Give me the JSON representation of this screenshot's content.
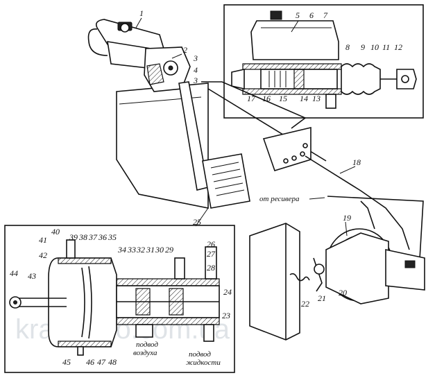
{
  "watermark": "kraz-auto.com.ua",
  "captions": {
    "from_receiver": "от ресивера",
    "air_supply_1": "подвод",
    "air_supply_2": "воздуха",
    "fluid_supply_1": "подвод",
    "fluid_supply_2": "жидкости"
  },
  "callouts": {
    "n1": "1",
    "n2": "2",
    "n3a": "3",
    "n3b": "3",
    "n4": "4",
    "n5": "5",
    "n6": "6",
    "n7": "7",
    "n8": "8",
    "n9": "9",
    "n10": "10",
    "n11": "11",
    "n12": "12",
    "n13": "13",
    "n14": "14",
    "n15": "15",
    "n16": "16",
    "n17": "17",
    "n18": "18",
    "n19": "19",
    "n20": "20",
    "n21": "21",
    "n22": "22",
    "n23": "23",
    "n24": "24",
    "n25": "25",
    "n26": "26",
    "n27": "27",
    "n28": "28",
    "n29": "29",
    "n30": "30",
    "n31": "31",
    "n32": "32",
    "n33": "33",
    "n34": "34",
    "n35": "35",
    "n36": "36",
    "n37": "37",
    "n38": "38",
    "n39": "39",
    "n40": "40",
    "n41": "41",
    "n42": "42",
    "n43": "43",
    "n44": "44",
    "n45": "45",
    "n46": "46",
    "n47": "47",
    "n48": "48"
  }
}
